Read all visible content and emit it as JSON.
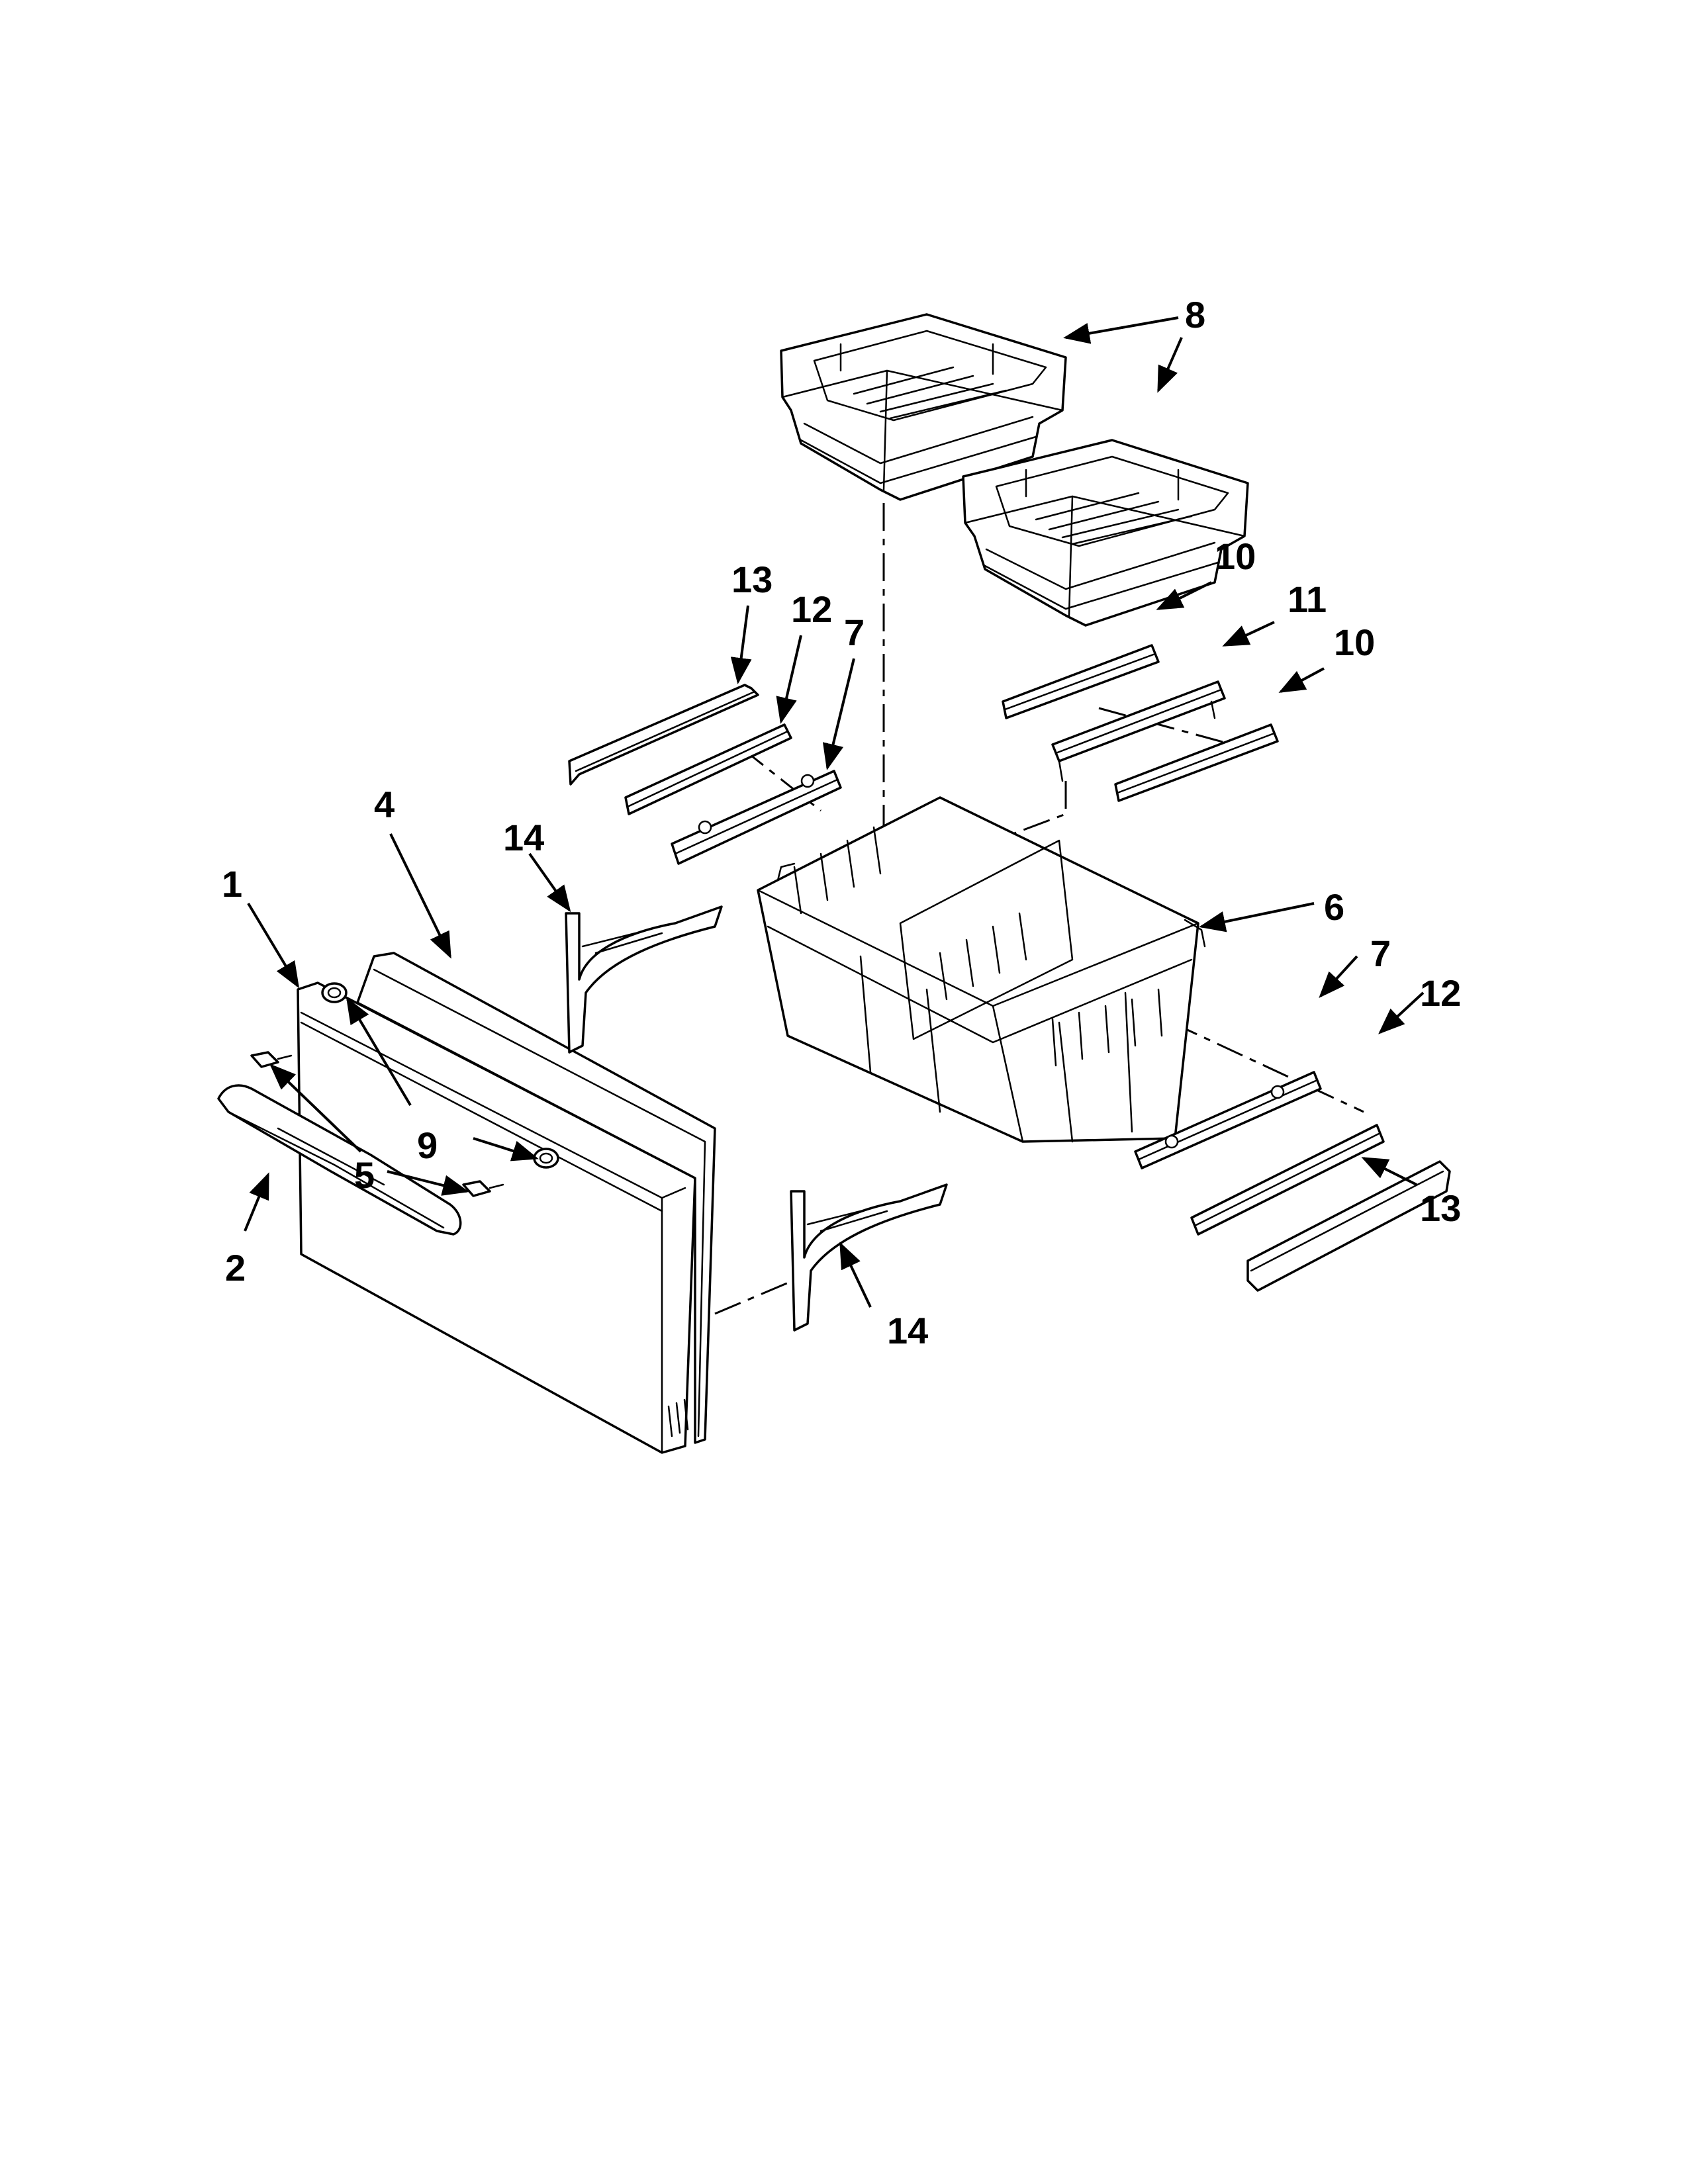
{
  "callouts": {
    "c1": "1",
    "c2": "2",
    "c4": "4",
    "c5": "5",
    "c6": "6",
    "c7a": "7",
    "c7b": "7",
    "c8": "8",
    "c9": "9",
    "c10a": "10",
    "c10b": "10",
    "c11": "11",
    "c12a": "12",
    "c12b": "12",
    "c13a": "13",
    "c13b": "13",
    "c14a": "14",
    "c14b": "14"
  },
  "colors": {
    "line": "#000000",
    "background": "#ffffff"
  }
}
